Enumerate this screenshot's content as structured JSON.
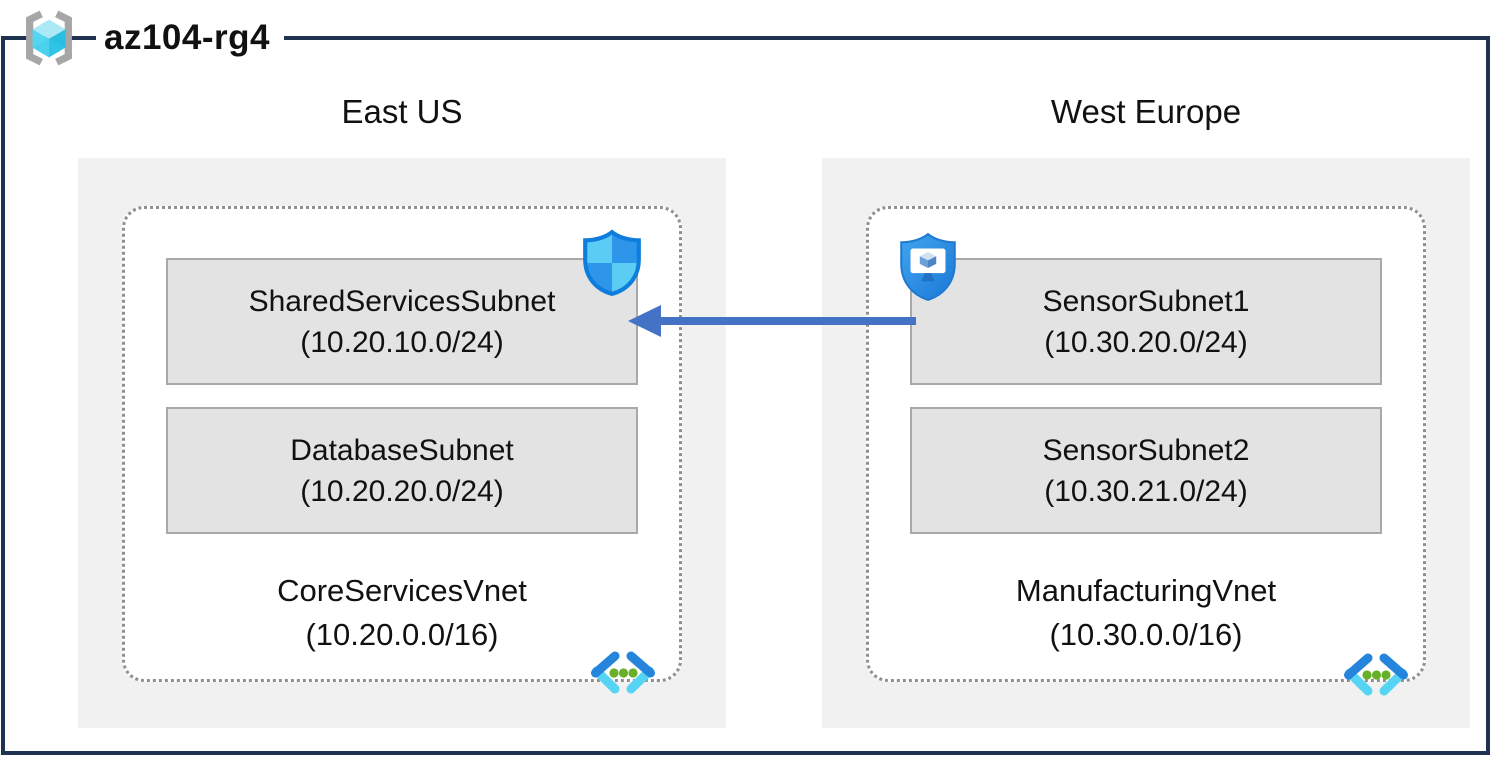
{
  "title": "az104-rg4",
  "regions": [
    {
      "name": "East US",
      "vnet": {
        "name": "CoreServicesVnet",
        "cidr": "(10.20.0.0/16)",
        "subnets": [
          {
            "name": "SharedServicesSubnet",
            "cidr": "(10.20.10.0/24)",
            "badge_icon": "network-security-group-shield-icon"
          },
          {
            "name": "DatabaseSubnet",
            "cidr": "(10.20.20.0/24)"
          }
        ]
      }
    },
    {
      "name": "West Europe",
      "vnet": {
        "name": "ManufacturingVnet",
        "cidr": "(10.30.0.0/16)",
        "subnets": [
          {
            "name": "SensorSubnet1",
            "cidr": "(10.30.20.0/24)",
            "badge_icon": "application-security-group-shield-icon"
          },
          {
            "name": "SensorSubnet2",
            "cidr": "(10.30.21.0/24)"
          }
        ]
      }
    }
  ],
  "connection": {
    "from": "SensorSubnet1",
    "to": "SharedServicesSubnet",
    "direction": "right-to-left"
  },
  "icons": {
    "resource_group": "resource-group-icon",
    "virtual_network": "virtual-network-icon"
  },
  "colors": {
    "outer_border": "#1f3351",
    "region_background": "#f1f1f1",
    "subnet_background": "#e3e3e3",
    "subnet_border": "#a9a9a9",
    "container_dotted_border": "#8f8f8f",
    "arrow_blue": "#4472c4",
    "shield_light_blue": "#5bcdf5",
    "shield_dark_blue": "#2e96ea",
    "shield_outline_blue": "#0e7ddb",
    "asg_shield_blue": "#2e8fe4",
    "chevron_dark_blue": "#2584dc",
    "chevron_cyan": "#55d4f4",
    "dots_green": "#68b02a",
    "cube_cyan_light": "#ace9f7",
    "cube_cyan_mid": "#54d5f0",
    "cube_cyan_dark": "#2fc3e6",
    "bracket_grey": "#a6a6a6"
  }
}
